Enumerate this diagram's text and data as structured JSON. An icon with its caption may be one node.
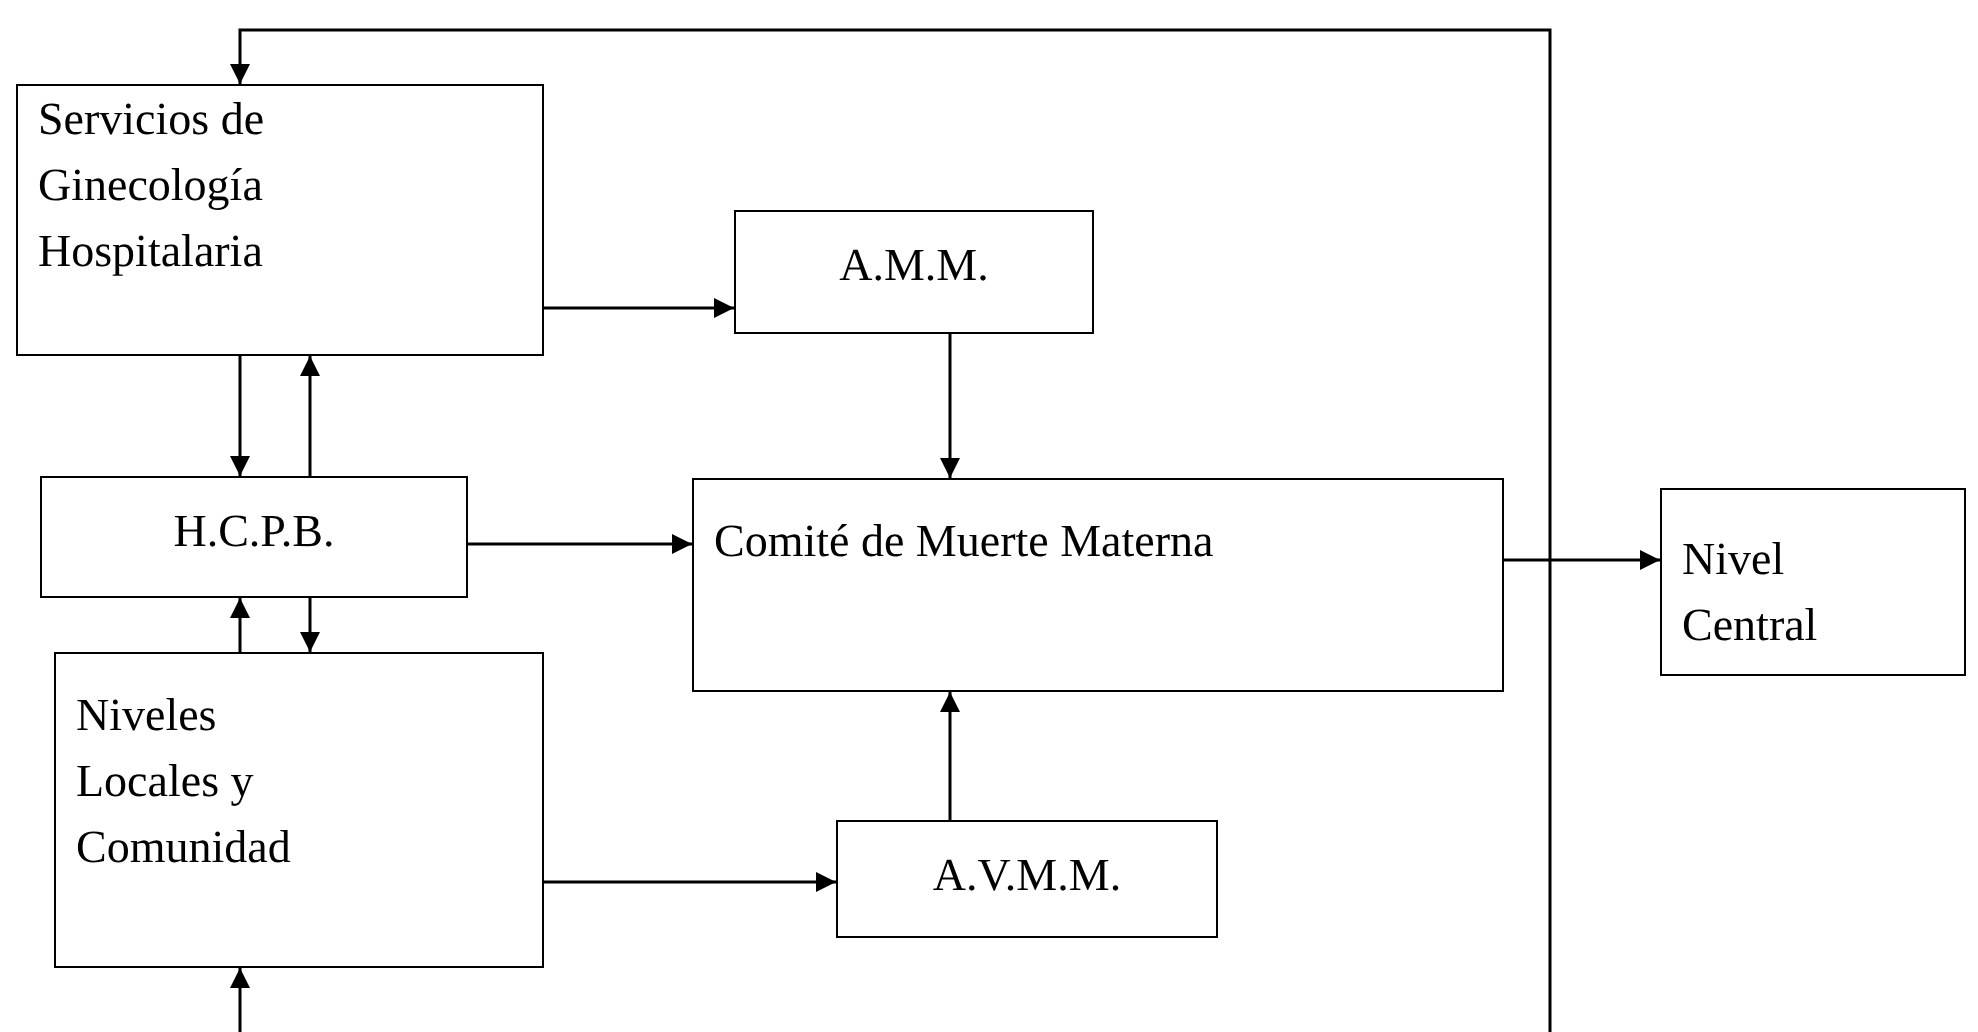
{
  "diagram": {
    "nodes": [
      {
        "text": [
          "Servicios de Ginecología Hospitalaria"
        ]
      },
      {
        "text": [
          "A.M.M."
        ]
      },
      {
        "text": [
          "H.C.P.B."
        ]
      },
      {
        "text": [
          "Comité de Muerte Materna"
        ]
      },
      {
        "text": [
          "Nivel Central"
        ]
      },
      {
        "text": [
          "Niveles Locales y Comunidad"
        ]
      },
      {
        "text": [
          "A.V.M.M."
        ]
      }
    ],
    "edges": [
      {
        "from": 0,
        "to": 1,
        "arrow": "to"
      },
      {
        "from": 1,
        "to": 3,
        "arrow": "to"
      },
      {
        "from": 0,
        "to": 2,
        "arrow": "to"
      },
      {
        "from": 2,
        "to": 0,
        "arrow": "to"
      },
      {
        "from": 2,
        "to": 3,
        "arrow": "to"
      },
      {
        "from": 3,
        "to": 4,
        "arrow": "to"
      },
      {
        "from": 5,
        "to": 2,
        "arrow": "to"
      },
      {
        "from": 2,
        "to": 5,
        "arrow": "to"
      },
      {
        "from": 5,
        "to": 6,
        "arrow": "to"
      },
      {
        "from": 6,
        "to": 3,
        "arrow": "to"
      },
      {
        "from": null,
        "to": 0,
        "arrow": "to"
      },
      {
        "from": null,
        "to": 5,
        "arrow": "to"
      }
    ]
  }
}
